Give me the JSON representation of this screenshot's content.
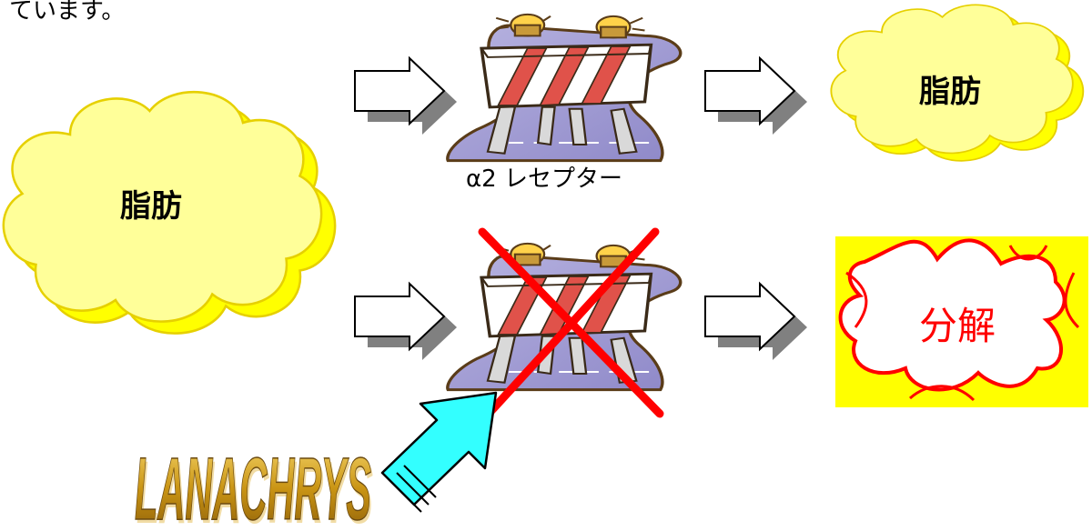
{
  "top_fragment": "ています。",
  "left_cloud_label": "脂肪",
  "right_cloud_label": "脂肪",
  "receptor_label": "α2 レセプター",
  "result_label": "分解",
  "logo_text": "LANACHRYS",
  "colors": {
    "cloud_fill": "#ffff99",
    "cloud_shadow": "#ffff00",
    "burst_fill": "#ffff00",
    "burst_outline": "#ff0000",
    "burst_text": "#ff0000",
    "cross": "#ff0000",
    "big_arrow": "#33ffff",
    "arrow_shadow": "#808080",
    "logo_fill": "#d4a020"
  },
  "icons": {
    "arrows": "arrow-right-icon",
    "barrier": "road-barrier-icon",
    "cross": "cross-mark-icon",
    "big_arrow": "arrow-up-right-icon"
  }
}
